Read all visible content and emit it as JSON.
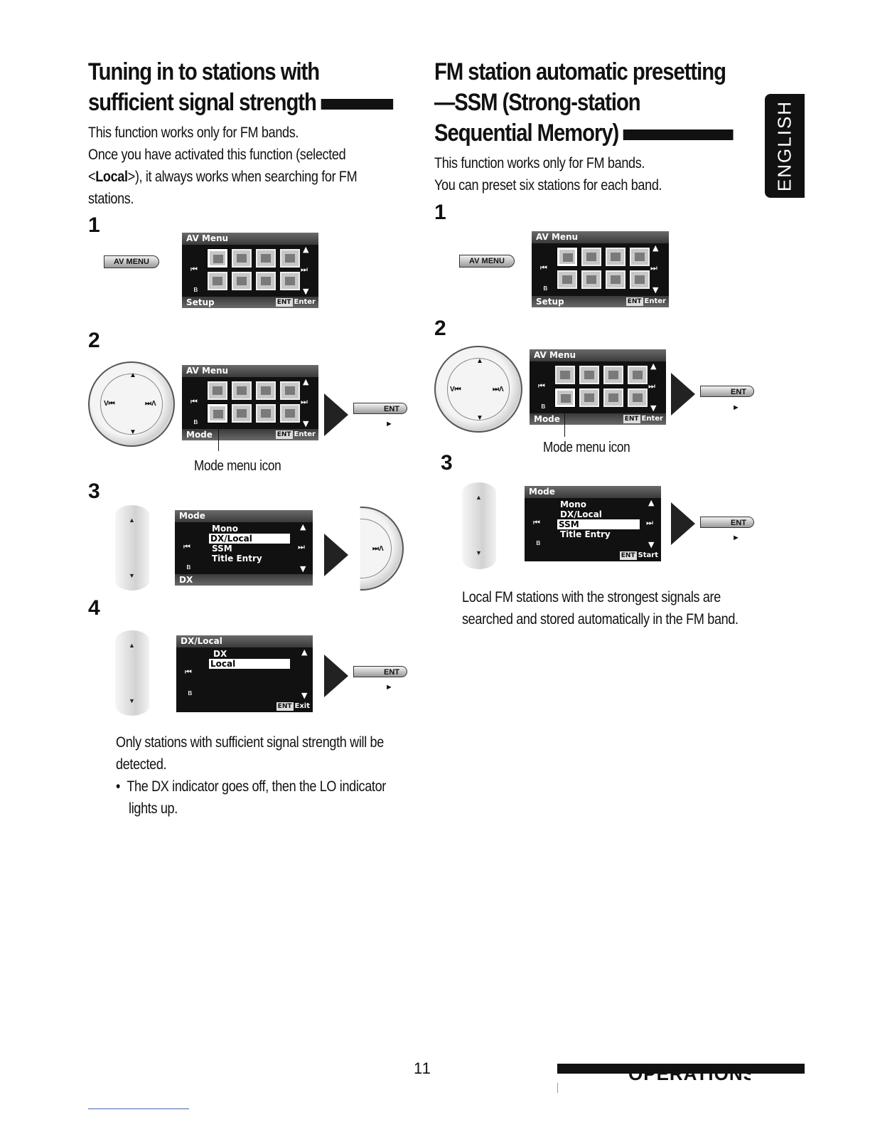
{
  "left": {
    "title_line1": "Tuning in to stations with",
    "title_line2": "sufficient signal strength",
    "intro_line1": "This function works only for FM bands.",
    "intro_line2": "Once you have activated this function (selected",
    "intro_line3_pre": "<",
    "intro_line3_bold": "Local",
    "intro_line3_post": ">), it always works when searching for FM",
    "intro_line4": "stations.",
    "steps": [
      "1",
      "2",
      "3",
      "4"
    ],
    "mode_menu_icon_caption": "Mode menu icon",
    "result_line1": "Only stations with sufficient signal strength will be",
    "result_line2": "detected.",
    "bullet_line1": "The DX indicator goes off, then the LO indicator",
    "bullet_line2": "lights up."
  },
  "right": {
    "title_line1": "FM station automatic presetting",
    "title_line2": "—SSM (Strong-station",
    "title_line3": "Sequential Memory)",
    "intro_line1": "This function works only for FM bands.",
    "intro_line2": "You can preset six stations for each band.",
    "steps": [
      "1",
      "2",
      "3"
    ],
    "mode_menu_icon_caption": "Mode menu icon",
    "result_line1": "Local FM stations with the strongest signals are",
    "result_line2": "searched and stored automatically in the FM band."
  },
  "buttons": {
    "av_menu": "AV MENU",
    "ent": "ENT"
  },
  "screens": {
    "av_menu_title": "AV Menu",
    "setup_label": "Setup",
    "mode_label": "Mode",
    "ent_key": "ENT",
    "enter_label": "Enter",
    "start_label": "Start",
    "exit_label": "Exit",
    "mode_title": "Mode",
    "mode_items": [
      "Mono",
      "DX/Local",
      "SSM",
      "Title Entry"
    ],
    "dx_footer": "DX",
    "dxlocal_title": "DX/Local",
    "dxlocal_items": [
      "DX",
      "Local"
    ]
  },
  "dial": {
    "left_label": "V⏮",
    "right_label": "⏭Λ"
  },
  "side_tab": "ENGLISH",
  "page_number": "11",
  "section_footer": "OPERATIONS"
}
